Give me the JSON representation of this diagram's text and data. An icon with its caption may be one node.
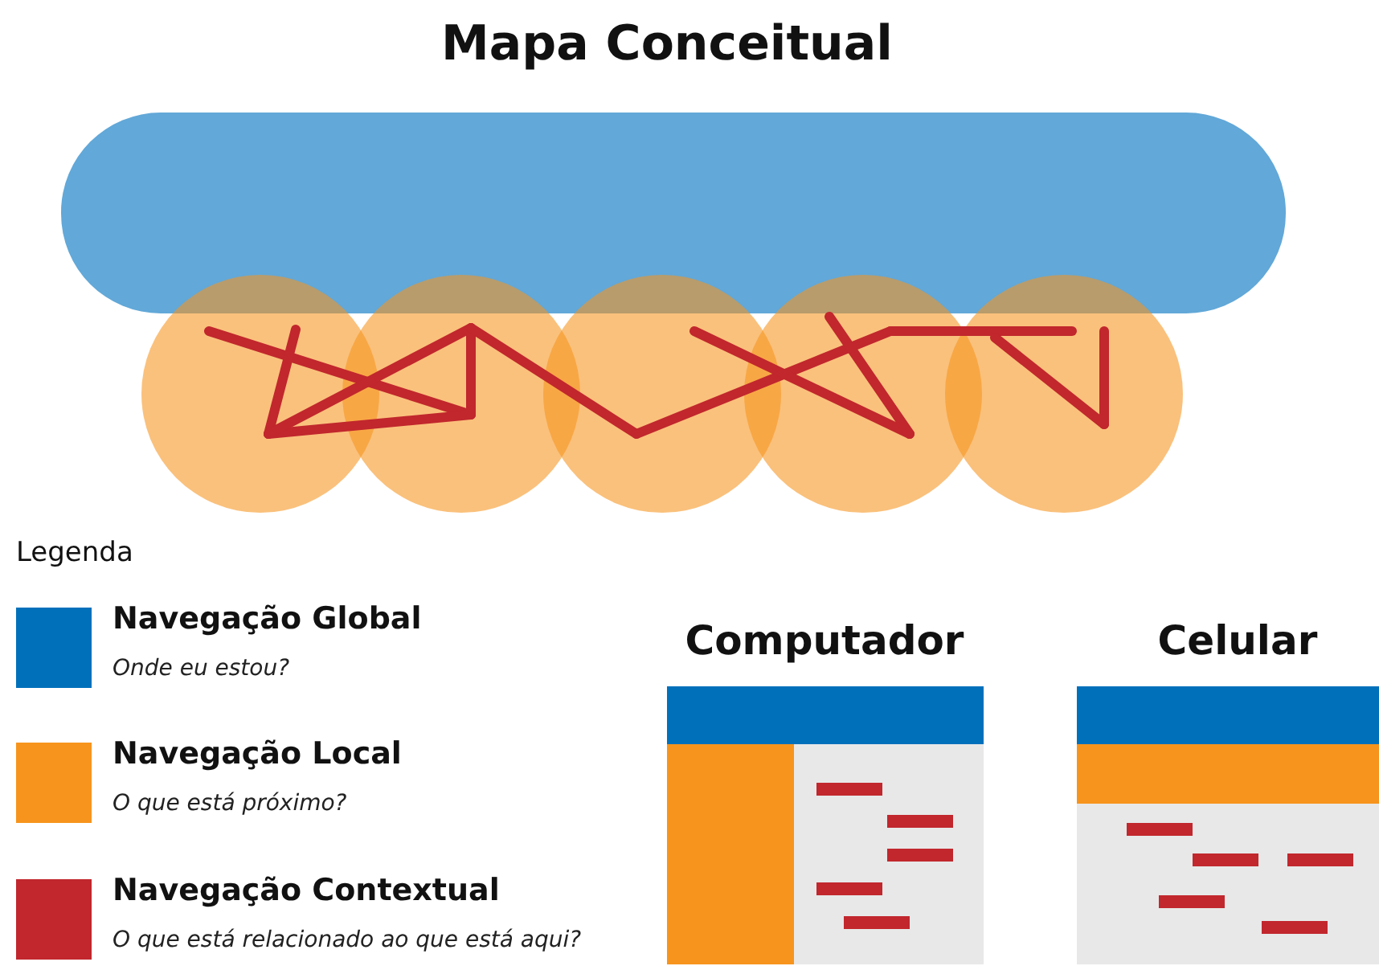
{
  "diagram": {
    "title": "Mapa Conceitual",
    "labels": [
      "Legenda",
      "Onde eu estou?",
      "O que está próximo?",
      "O que está relacionado ao que está aqui?",
      "Computador",
      "Celular"
    ],
    "legend": [
      {
        "text": "Navegação Global",
        "color": "#0070bb"
      },
      {
        "text": "Navegação Local",
        "color": "#f7941d"
      },
      {
        "text": "Navegação Contextual",
        "color": "#c1272d"
      }
    ]
  }
}
